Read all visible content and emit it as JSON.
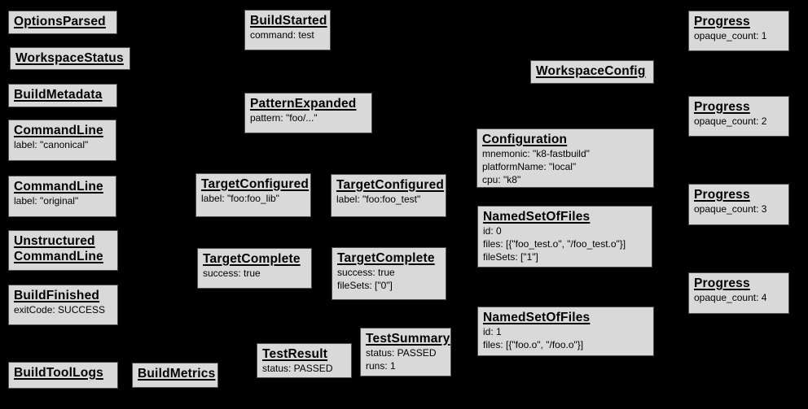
{
  "diagram": {
    "name": "build-event-protocol-graph",
    "background": "#000000",
    "box_fill": "#d9d9d9",
    "box_border": "#4d4d4d",
    "text_color": "#000000"
  },
  "boxes": [
    {
      "title": "OptionsParsed",
      "lines": []
    },
    {
      "title": "WorkspaceStatus",
      "lines": []
    },
    {
      "title": "BuildMetadata",
      "lines": []
    },
    {
      "title": "CommandLine",
      "lines": [
        "label: \"canonical\""
      ]
    },
    {
      "title": "CommandLine",
      "lines": [
        "label: \"original\""
      ]
    },
    {
      "title": "Unstructured\nCommandLine",
      "lines": []
    },
    {
      "title": "BuildFinished",
      "lines": [
        "exitCode: SUCCESS"
      ]
    },
    {
      "title": "BuildToolLogs",
      "lines": []
    },
    {
      "title": "BuildStarted",
      "lines": [
        "command: test"
      ]
    },
    {
      "title": "PatternExpanded",
      "lines": [
        "pattern: \"foo/...\""
      ]
    },
    {
      "title": "TargetConfigured",
      "lines": [
        "label: \"foo:foo_lib\""
      ]
    },
    {
      "title": "TargetComplete",
      "lines": [
        "success: true"
      ]
    },
    {
      "title": "TestResult",
      "lines": [
        "status: PASSED"
      ]
    },
    {
      "title": "BuildMetrics",
      "lines": []
    },
    {
      "title": "TargetConfigured",
      "lines": [
        "label: \"foo:foo_test\""
      ]
    },
    {
      "title": "TargetComplete",
      "lines": [
        "success: true",
        "fileSets: [\"0\"]"
      ]
    },
    {
      "title": "TestSummary",
      "lines": [
        "status: PASSED",
        "runs: 1"
      ]
    },
    {
      "title": "WorkspaceConfig",
      "lines": []
    },
    {
      "title": "Configuration",
      "lines": [
        "mnemonic: \"k8-fastbuild\"",
        "platformName: \"local\"",
        "cpu: \"k8\""
      ]
    },
    {
      "title": "NamedSetOfFiles",
      "lines": [
        "id: 0",
        "files: [{\"foo_test.o\", \"/foo_test.o\"}]",
        "fileSets: [\"1\"]"
      ]
    },
    {
      "title": "NamedSetOfFiles",
      "lines": [
        "id: 1",
        "files: [{\"foo.o\", \"/foo.o\"}]"
      ]
    },
    {
      "title": "Progress",
      "lines": [
        "opaque_count: 1"
      ]
    },
    {
      "title": "Progress",
      "lines": [
        "opaque_count: 2"
      ]
    },
    {
      "title": "Progress",
      "lines": [
        "opaque_count: 3"
      ]
    },
    {
      "title": "Progress",
      "lines": [
        "opaque_count: 4"
      ]
    }
  ]
}
